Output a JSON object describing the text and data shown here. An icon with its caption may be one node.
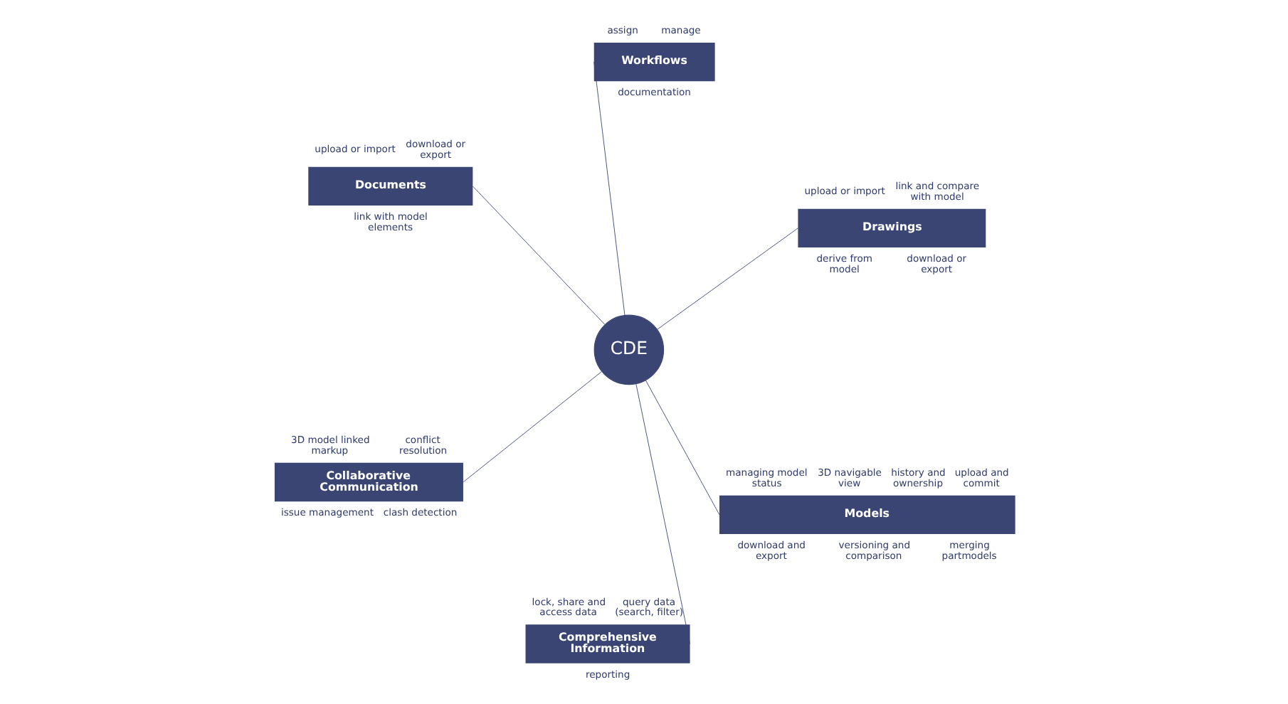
{
  "diagram": {
    "nodes": [
      {
        "text": [
          "CDE"
        ]
      },
      {
        "text": [
          "Comprehensive Information"
        ],
        "beside": [
          "lock, share and access data",
          "query data (search, filter)",
          "reporting"
        ]
      },
      {
        "text": [
          "Models"
        ],
        "beside": [
          "managing model status",
          "3D navigable view",
          "history and ownership",
          "upload and commit",
          "download and export",
          "versioning and comparison",
          "merging partmodels"
        ]
      },
      {
        "text": [
          "Documents"
        ],
        "beside": [
          "upload or import",
          "download or export",
          "link with model elements"
        ]
      },
      {
        "text": [
          "Collaborative Communication"
        ],
        "beside": [
          "3D model linked markup",
          "conflict resolution",
          "issue management",
          "clash detection"
        ]
      },
      {
        "text": [
          "Drawings"
        ],
        "beside": [
          "upload or import",
          "link and compare with model",
          "derive from model",
          "download or export"
        ]
      },
      {
        "text": [
          "Workflows"
        ],
        "beside": [
          "assign",
          "manage",
          "documentation"
        ]
      }
    ],
    "edges": [
      {
        "from": 0,
        "to": 1,
        "arrow": "none"
      },
      {
        "from": 0,
        "to": 2,
        "arrow": "none"
      },
      {
        "from": 0,
        "to": 3,
        "arrow": "none"
      },
      {
        "from": 0,
        "to": 4,
        "arrow": "none"
      },
      {
        "from": 0,
        "to": 5,
        "arrow": "none"
      },
      {
        "from": 0,
        "to": 6,
        "arrow": "none"
      }
    ]
  }
}
